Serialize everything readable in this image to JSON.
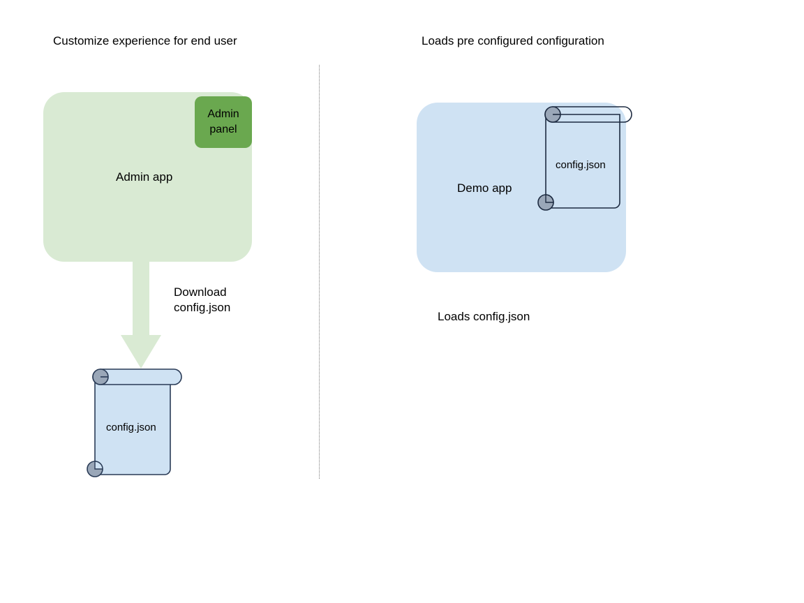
{
  "diagram": {
    "background": "#ffffff",
    "divider": {
      "style": "dotted",
      "color": "#7a7a7a"
    },
    "panels": [
      {
        "id": "left",
        "title": "Customize experience for end user",
        "app_box": {
          "label": "Admin app",
          "fill": "#d9ead3"
        },
        "chip": {
          "label": "Admin\npanel",
          "line1": "Admin",
          "line2": "panel",
          "fill": "#6aa84f"
        },
        "arrow": {
          "label_line1": "Download",
          "label_line2": "config.json",
          "fill": "#d9ead3",
          "direction": "down"
        },
        "document": {
          "label": "config.json",
          "fill": "#cfe2f3",
          "stroke": "#2a3b56",
          "curl_fill": "#9aa7b8"
        }
      },
      {
        "id": "right",
        "title": "Loads pre configured configuration",
        "app_box": {
          "label": "Demo app",
          "fill": "#cfe2f3"
        },
        "document": {
          "label": "config.json",
          "fill": "transparent",
          "stroke": "#1d2b41",
          "curl_fill": "#9aa7b8"
        },
        "caption": "Loads config.json"
      }
    ]
  }
}
